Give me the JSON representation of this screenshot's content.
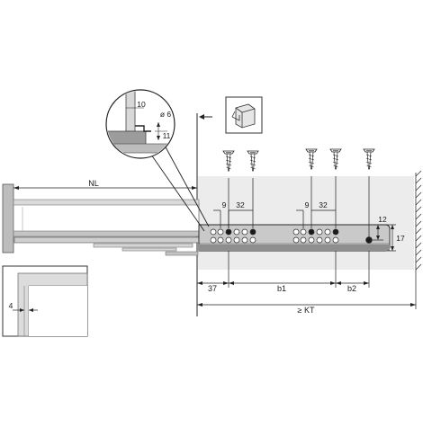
{
  "diagram": {
    "nl_label": "NL",
    "detail_width": "10",
    "detail_diameter": "ø 6",
    "detail_height": "11",
    "side_gap": "4",
    "hole_spacing_a": "9",
    "hole_pitch_a": "32",
    "hole_spacing_b": "9",
    "hole_pitch_b": "32",
    "rail_height_top": "12",
    "rail_height": "17",
    "offset_front": "37",
    "spacing_b1": "b1",
    "spacing_b2": "b2",
    "cabinet_depth": "≥ KT"
  },
  "colors": {
    "panel": "#ececec",
    "rail": "#c9c9c9",
    "rail_dark": "#8e8e8e",
    "outline": "#2a2a2a",
    "hole": "#ffffff",
    "hole_filled": "#1a1a1a"
  }
}
